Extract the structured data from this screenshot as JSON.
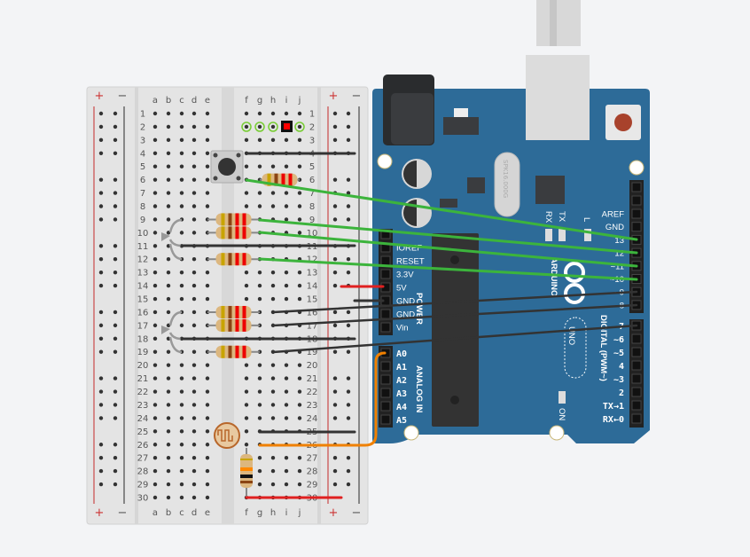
{
  "breadboard": {
    "columns_left": [
      "a",
      "b",
      "c",
      "d",
      "e"
    ],
    "columns_right": [
      "f",
      "g",
      "h",
      "i",
      "j"
    ],
    "rows": 30,
    "rail_plus": "+",
    "rail_minus": "−"
  },
  "arduino": {
    "board_name": "UNO",
    "brand": "ARDUINO",
    "crystal_label": "SPK16.000G",
    "power_header_title": "POWER",
    "analog_header_title": "ANALOG IN",
    "digital_header_title": "DIGITAL (PWM~)",
    "power_pins": [
      "IOREF",
      "RESET",
      "3.3V",
      "5V",
      "GND",
      "GND",
      "Vin"
    ],
    "analog_pins": [
      "A0",
      "A1",
      "A2",
      "A3",
      "A4",
      "A5"
    ],
    "digital_pins_top": [
      "AREF",
      "GND",
      "13",
      "12",
      "~11",
      "~10",
      "~9",
      "8"
    ],
    "digital_pins_bottom": [
      "7",
      "~6",
      "~5",
      "4",
      "~3",
      "2",
      "TX→1",
      "RX←0"
    ],
    "led_labels": {
      "rx": "RX",
      "tx": "TX",
      "l": "L",
      "on": "ON"
    }
  },
  "colors": {
    "board": "#2d6b98",
    "wire_green": "#3cb43c",
    "wire_black": "#333333",
    "wire_red": "#e02020",
    "wire_orange": "#f08000",
    "breadboard": "#e6e6e6"
  }
}
